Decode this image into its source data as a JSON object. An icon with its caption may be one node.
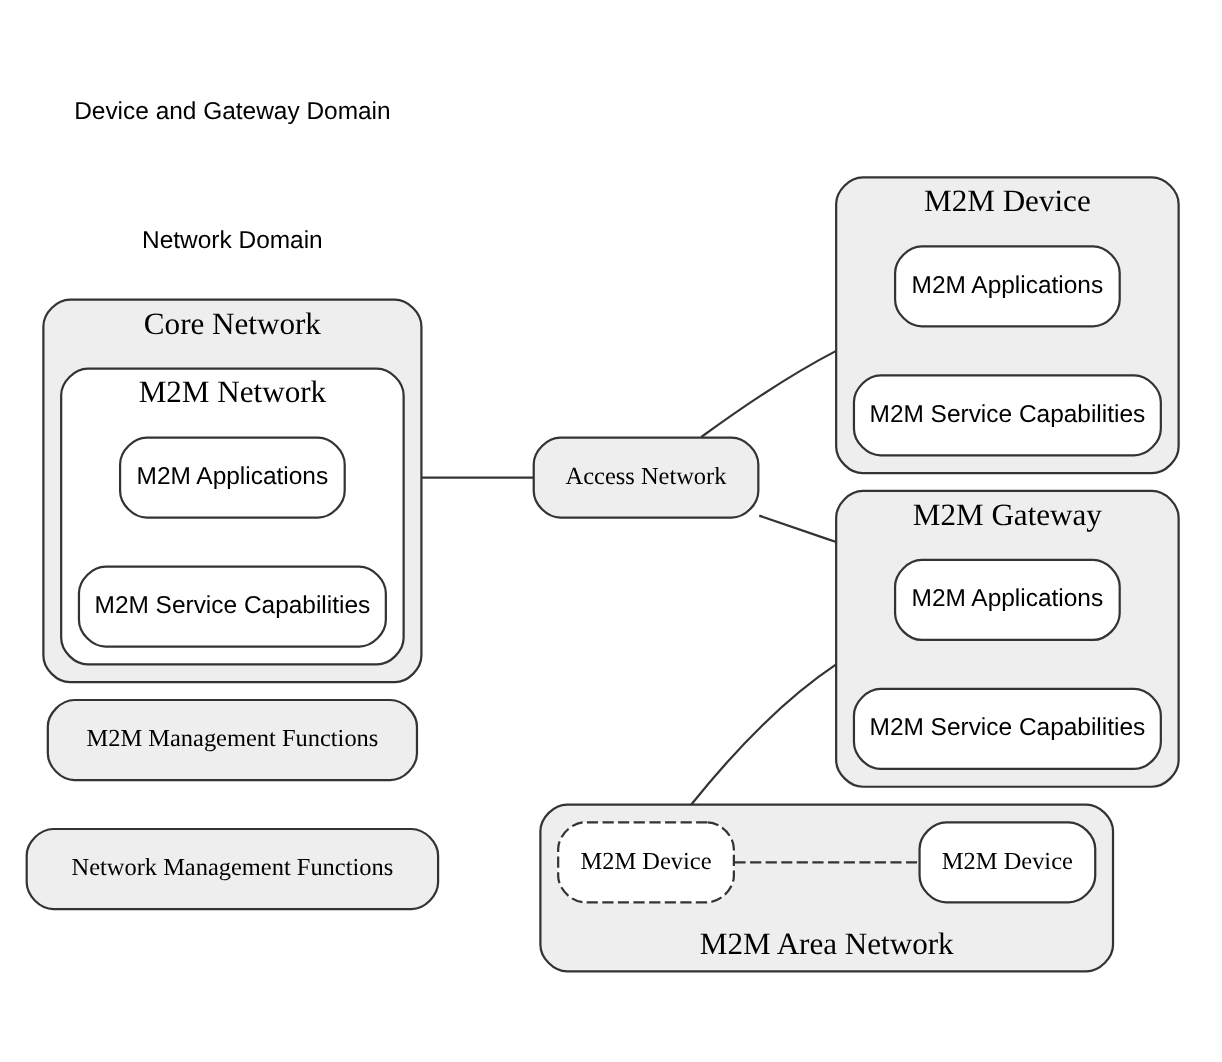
{
  "diagram": {
    "nodes": [
      {
        "text": [
          "Network Management Functions"
        ]
      },
      {
        "text": [
          "M2M Management Functions"
        ]
      },
      {
        "text": [
          "Core Network"
        ]
      },
      {
        "text": [
          "M2M Network"
        ],
        "in": 2
      },
      {
        "text": [
          "M2M Applications"
        ],
        "in": 3
      },
      {
        "text": [
          "M2M Service Capabilities"
        ],
        "in": 3
      },
      {
        "text": [
          "Access Network"
        ]
      },
      {
        "text": [
          "M2M Area Network"
        ]
      },
      {
        "text": [
          "M2M Device"
        ],
        "in": 7
      },
      {
        "text": [
          "M2M Device"
        ],
        "in": 7
      },
      {
        "text": [
          "M2M Gateway"
        ]
      },
      {
        "text": [
          "M2M Applications"
        ],
        "in": 10
      },
      {
        "text": [
          "M2M Service Capabilities"
        ],
        "in": 10
      },
      {
        "text": [
          "M2M Device"
        ]
      },
      {
        "text": [
          "M2M Applications"
        ],
        "in": 13
      },
      {
        "text": [
          "M2M Service Capabilities"
        ],
        "in": 13
      }
    ],
    "edges": [
      {
        "from": 8,
        "to": 9,
        "arrow": "none",
        "style": "dashed"
      },
      {
        "from": 7,
        "to": 10,
        "arrow": "none"
      },
      {
        "from": 2,
        "to": 6,
        "arrow": "none"
      },
      {
        "from": 6,
        "to": 10,
        "arrow": "none"
      },
      {
        "from": 6,
        "to": 13,
        "arrow": "none"
      }
    ],
    "labels": [
      "Network Domain",
      "Device and Gateway Domain"
    ]
  }
}
